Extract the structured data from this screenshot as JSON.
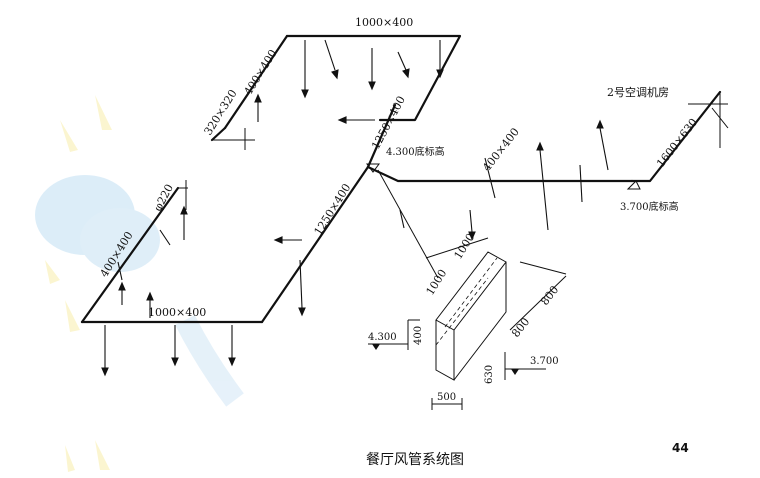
{
  "diagram": {
    "caption": "餐厅风管系统图",
    "page_number": "44",
    "labels": {
      "top_main": "1000×400",
      "top_left_riser": "400×400",
      "top_left_small": "320×320",
      "top_branch": "1250×400",
      "elev_low_top": "4.300底标高",
      "main_right": "400×400",
      "machine_room": "2号空调机房",
      "riser_right": "1600×630",
      "elev_right": "3.700底标高",
      "round_branch": "φ220",
      "left_riser": "400×400",
      "center_branch": "1250×400",
      "bottom_main": "1000×400",
      "detail_len_a": "1000",
      "detail_len_b": "1000",
      "detail_right_a": "800",
      "detail_right_b": "800",
      "detail_elev_left": "4.300",
      "detail_h_left": "400",
      "detail_elev_right": "3.700",
      "detail_h_right": "630",
      "detail_w": "500"
    },
    "colors": {
      "line": "#111111",
      "watermark_blue": "#cfe7f6",
      "watermark_yellow": "#fbf3c2"
    }
  }
}
